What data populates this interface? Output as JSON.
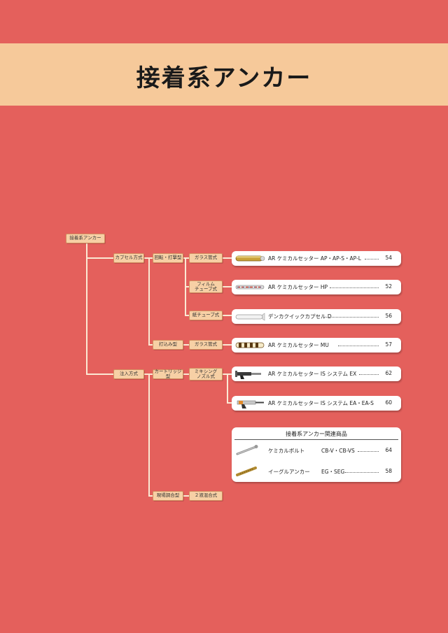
{
  "title": "接着系アンカー",
  "tree": {
    "root": "接着系アンカー",
    "capsule": "カプセル方式",
    "rotary": "回転・打撃型",
    "glass_tube_1": "ガラス管式",
    "film_tube": "フィルム\nチューブ式",
    "paper_tube": "紙チューブ式",
    "driven": "打込み型",
    "glass_tube_2": "ガラス管式",
    "injection": "注入方式",
    "cartridge": "カートリッジ型",
    "mixing_nozzle": "ミキシング\nノズル式",
    "onsite_mix": "現場調合型",
    "two_liquid": "２液混合式"
  },
  "products": [
    {
      "name": "AR ケミカルセッター AP・AP-S・AP-L",
      "page": "54",
      "image": "glass-capsule-icon"
    },
    {
      "name": "AR ケミカルセッター HP",
      "page": "52",
      "image": "film-capsule-icon"
    },
    {
      "name": "デンカクイックカプセル D",
      "page": "56",
      "image": "paper-capsule-icon"
    },
    {
      "name": "AR ケミカルセッター MU",
      "page": "57",
      "image": "striped-capsule-icon"
    },
    {
      "name": "AR ケミカルセッター IS システム EX",
      "page": "62",
      "image": "cartridge-gun-icon"
    },
    {
      "name": "AR ケミカルセッター IS システム EA・EA-S",
      "page": "60",
      "image": "dispenser-gun-icon"
    }
  ],
  "related": {
    "title": "接着系アンカー関連商品",
    "items": [
      {
        "name": "ケミカルボルト",
        "model": "CB-V・CB-VS",
        "page": "64",
        "image": "bolt-icon"
      },
      {
        "name": "イーグルアンカー",
        "model": "EG・SEG",
        "page": "58",
        "image": "anchor-icon"
      }
    ]
  },
  "colors": {
    "background": "#e4605c",
    "banner": "#f6c99a",
    "node": "#f7d0a5",
    "connector": "#fbe9d4"
  }
}
